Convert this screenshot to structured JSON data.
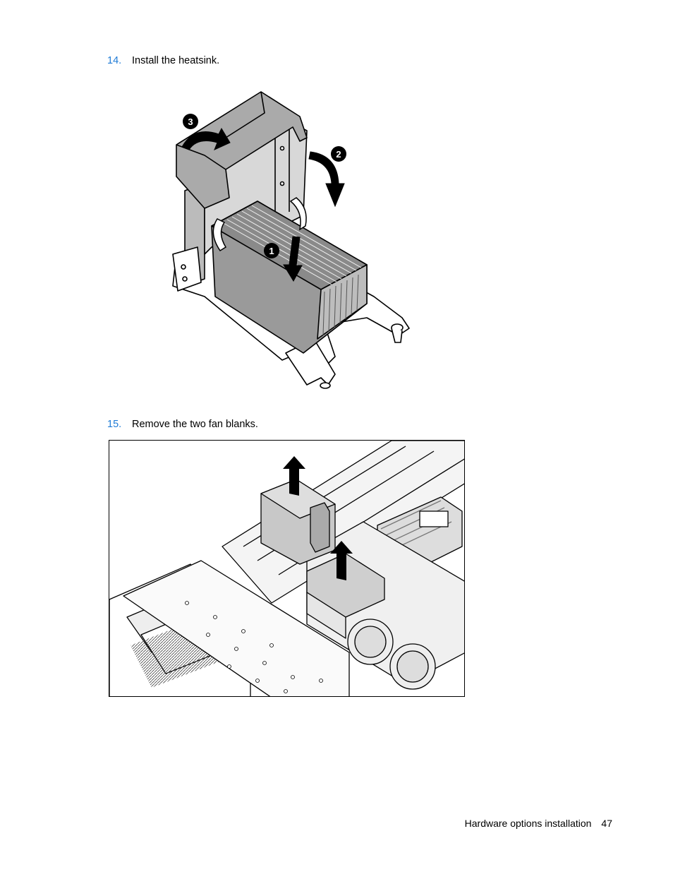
{
  "steps": [
    {
      "number": "14.",
      "text": "Install the heatsink."
    },
    {
      "number": "15.",
      "text": "Remove the two fan blanks."
    }
  ],
  "figure1": {
    "callouts": [
      "1",
      "2",
      "3"
    ]
  },
  "footer": {
    "section": "Hardware options installation",
    "page": "47"
  },
  "colors": {
    "step_number": "#1f7bd6",
    "text": "#000000",
    "callout_bg": "#000000"
  }
}
